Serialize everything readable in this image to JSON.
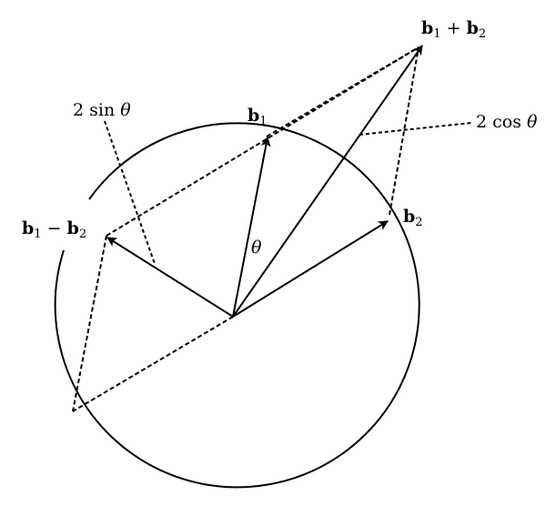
{
  "labels": {
    "sum": {
      "b1": "b",
      "b1_sub": "1",
      "op": " + ",
      "b2": "b",
      "b2_sub": "2"
    },
    "diff": {
      "b1": "b",
      "b1_sub": "1",
      "op": " − ",
      "b2": "b",
      "b2_sub": "2"
    },
    "b1": {
      "b": "b",
      "sub": "1"
    },
    "b2": {
      "b": "b",
      "sub": "2"
    },
    "theta": "θ",
    "two_sin": {
      "coef": "2 sin ",
      "var": "θ"
    },
    "two_cos": {
      "coef": "2 cos ",
      "var": "θ"
    }
  }
}
